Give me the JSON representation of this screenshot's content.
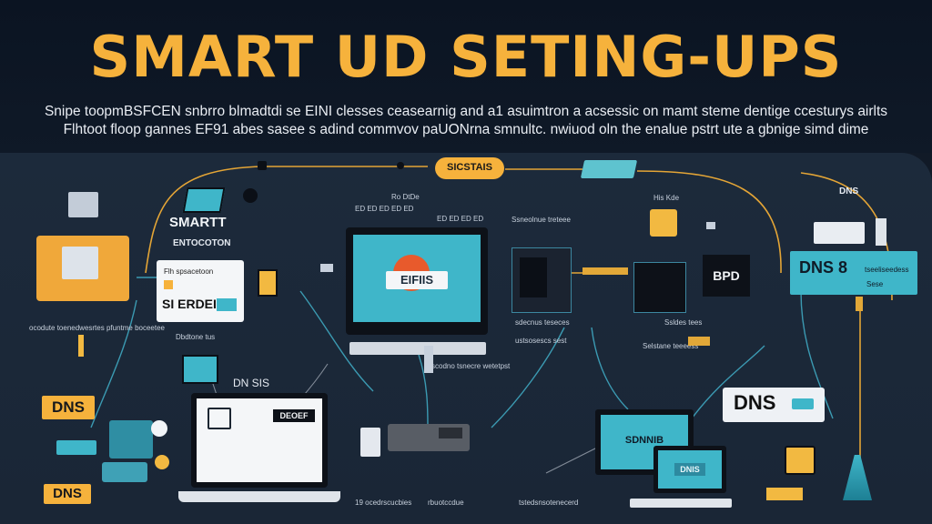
{
  "header": {
    "title": "SMART UD SETING-UPS",
    "subtitle_line_1": "Snipe toopmBSFCEN snbrro blmadtdi se EINI clesses ceasearnig and a1 asuimtron a acsessic on mamt steme dentige ccesturys airlts",
    "subtitle_line_2": "Flhtoot floop gannes EF91 abes sasee s adind commvov paUONrna smnultc. nwiuod oln the enalue pstrt ute a gbnige simd dime"
  },
  "center_pill": {
    "label": "SICSTAIS"
  },
  "left_panel": {
    "heading": "SMARTT",
    "subheading": "ENTOCOTON",
    "card_line_1": "Flh spsacetoon",
    "card_line_2": "SI ERDEI",
    "card_caption": "Dbdtone tus",
    "footnote": "ocodute toenedwesrtes pfuntme boceetee"
  },
  "center_monitor": {
    "caption_top": "Ro  DtDe",
    "caption_row_1": "ED ED ED ED ED",
    "caption_row_2": "ED ED ED ED",
    "logo_text": "EIFIIS",
    "bottom_caption": "scodno tsnecre wetetpst"
  },
  "laptop": {
    "label": "DN SIS",
    "screen_text": "DEOEF"
  },
  "router": {
    "caption": "ustsosescs sest"
  },
  "server_box": {
    "caption_top": "Ssneolnue treteee",
    "caption_bottom": "sdecnus teseces"
  },
  "right_cluster": {
    "label_top": "His Kde",
    "badge_text": "BPD",
    "bpd_caption": "Ssldes tees",
    "mini_caption": "Selstane teeeess"
  },
  "dns_banner": {
    "title": "DNS",
    "main_text": "DNS 8",
    "sub_text": "tseeliseedess",
    "small_text": "Sese"
  },
  "dns_card": {
    "text": "DNS"
  },
  "left_badges": {
    "top": "DNS",
    "bottom": "DNS"
  },
  "bottom_monitor": {
    "screen_text": "SDNNIB",
    "tablet_text": "DNIS"
  },
  "footer_labels": [
    "19 ocedrscucbies",
    "rbuotccdue",
    "tstedsnsotenecerd"
  ],
  "colors": {
    "accent": "#f6b23c",
    "teal": "#3fb6c9",
    "navy": "#111a27"
  }
}
